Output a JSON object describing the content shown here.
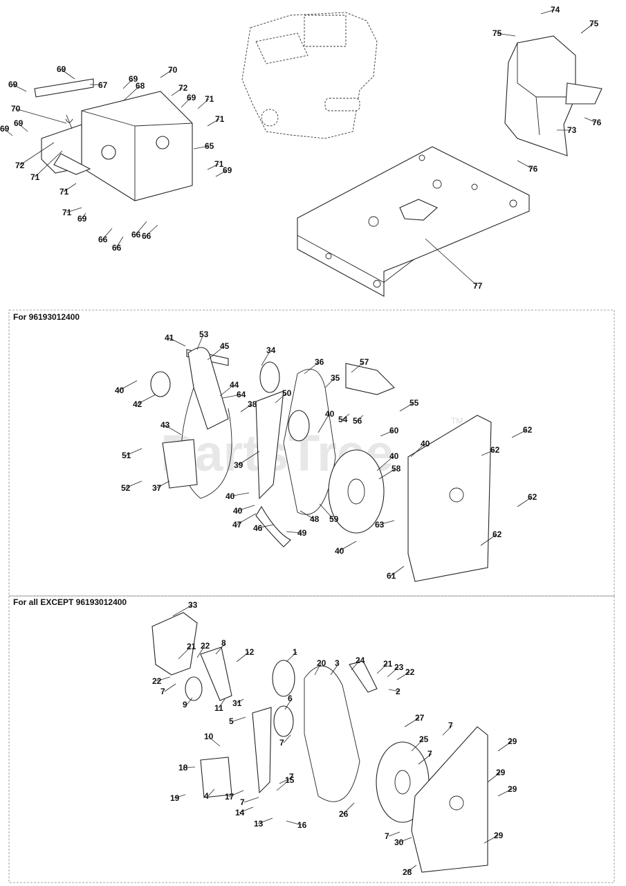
{
  "sections": [
    {
      "label": "For 96193012400"
    },
    {
      "label": "For all EXCEPT 96193012400"
    }
  ],
  "watermark": {
    "text": "PartsTree",
    "tm": "TM"
  },
  "callouts": [
    {
      "id": "c74",
      "label": "74"
    },
    {
      "id": "c75a",
      "label": "75"
    },
    {
      "id": "c75b",
      "label": "75"
    },
    {
      "id": "c69a",
      "label": "69"
    },
    {
      "id": "c69b",
      "label": "69"
    },
    {
      "id": "c69c",
      "label": "69"
    },
    {
      "id": "c69d",
      "label": "69"
    },
    {
      "id": "c69e",
      "label": "69"
    },
    {
      "id": "c69f",
      "label": "69"
    },
    {
      "id": "c69g",
      "label": "69"
    },
    {
      "id": "c69h",
      "label": "69"
    },
    {
      "id": "c67",
      "label": "67"
    },
    {
      "id": "c68",
      "label": "68"
    },
    {
      "id": "c70a",
      "label": "70"
    },
    {
      "id": "c70b",
      "label": "70"
    },
    {
      "id": "c72a",
      "label": "72"
    },
    {
      "id": "c72b",
      "label": "72"
    },
    {
      "id": "c71a",
      "label": "71"
    },
    {
      "id": "c71b",
      "label": "71"
    },
    {
      "id": "c71c",
      "label": "71"
    },
    {
      "id": "c71d",
      "label": "71"
    },
    {
      "id": "c71e",
      "label": "71"
    },
    {
      "id": "c71f",
      "label": "71"
    },
    {
      "id": "c65",
      "label": "65"
    },
    {
      "id": "c66a",
      "label": "66"
    },
    {
      "id": "c66b",
      "label": "66"
    },
    {
      "id": "c66c",
      "label": "66"
    },
    {
      "id": "c66d",
      "label": "66"
    },
    {
      "id": "c73",
      "label": "73"
    },
    {
      "id": "c76a",
      "label": "76"
    },
    {
      "id": "c76b",
      "label": "76"
    },
    {
      "id": "c77",
      "label": "77"
    },
    {
      "id": "c41",
      "label": "41"
    },
    {
      "id": "c53",
      "label": "53"
    },
    {
      "id": "c45",
      "label": "45"
    },
    {
      "id": "c34",
      "label": "34"
    },
    {
      "id": "c36",
      "label": "36"
    },
    {
      "id": "c57",
      "label": "57"
    },
    {
      "id": "c35",
      "label": "35"
    },
    {
      "id": "c40a",
      "label": "40"
    },
    {
      "id": "c42",
      "label": "42"
    },
    {
      "id": "c44",
      "label": "44"
    },
    {
      "id": "c64",
      "label": "64"
    },
    {
      "id": "c38",
      "label": "38"
    },
    {
      "id": "c50",
      "label": "50"
    },
    {
      "id": "c55",
      "label": "55"
    },
    {
      "id": "c54",
      "label": "54"
    },
    {
      "id": "c56",
      "label": "56"
    },
    {
      "id": "c40b",
      "label": "40"
    },
    {
      "id": "c43",
      "label": "43"
    },
    {
      "id": "c60",
      "label": "60"
    },
    {
      "id": "c40c",
      "label": "40"
    },
    {
      "id": "c62a",
      "label": "62"
    },
    {
      "id": "c62b",
      "label": "62"
    },
    {
      "id": "c51",
      "label": "51"
    },
    {
      "id": "c39",
      "label": "39"
    },
    {
      "id": "c40d",
      "label": "40"
    },
    {
      "id": "c58",
      "label": "58"
    },
    {
      "id": "c52",
      "label": "52"
    },
    {
      "id": "c37",
      "label": "37"
    },
    {
      "id": "c40e",
      "label": "40"
    },
    {
      "id": "c62c",
      "label": "62"
    },
    {
      "id": "c40f",
      "label": "40"
    },
    {
      "id": "c47",
      "label": "47"
    },
    {
      "id": "c48",
      "label": "48"
    },
    {
      "id": "c59",
      "label": "59"
    },
    {
      "id": "c63",
      "label": "63"
    },
    {
      "id": "c62d",
      "label": "62"
    },
    {
      "id": "c46",
      "label": "46"
    },
    {
      "id": "c49",
      "label": "49"
    },
    {
      "id": "c40g",
      "label": "40"
    },
    {
      "id": "c61",
      "label": "61"
    },
    {
      "id": "c33",
      "label": "33"
    },
    {
      "id": "c21a",
      "label": "21"
    },
    {
      "id": "c22a",
      "label": "22"
    },
    {
      "id": "c8",
      "label": "8"
    },
    {
      "id": "c12",
      "label": "12"
    },
    {
      "id": "c1",
      "label": "1"
    },
    {
      "id": "c20",
      "label": "20"
    },
    {
      "id": "c3",
      "label": "3"
    },
    {
      "id": "c24",
      "label": "24"
    },
    {
      "id": "c21b",
      "label": "21"
    },
    {
      "id": "c23",
      "label": "23"
    },
    {
      "id": "c22b",
      "label": "22"
    },
    {
      "id": "c22c",
      "label": "22"
    },
    {
      "id": "c7a",
      "label": "7"
    },
    {
      "id": "c2",
      "label": "2"
    },
    {
      "id": "c9",
      "label": "9"
    },
    {
      "id": "c11",
      "label": "11"
    },
    {
      "id": "c31",
      "label": "31"
    },
    {
      "id": "c6",
      "label": "6"
    },
    {
      "id": "c5",
      "label": "5"
    },
    {
      "id": "c27",
      "label": "27"
    },
    {
      "id": "c7b",
      "label": "7"
    },
    {
      "id": "c7c",
      "label": "7"
    },
    {
      "id": "c10",
      "label": "10"
    },
    {
      "id": "c25",
      "label": "25"
    },
    {
      "id": "c7d",
      "label": "7"
    },
    {
      "id": "c29a",
      "label": "29"
    },
    {
      "id": "c18",
      "label": "18"
    },
    {
      "id": "c7e",
      "label": "7"
    },
    {
      "id": "c29b",
      "label": "29"
    },
    {
      "id": "c15",
      "label": "15"
    },
    {
      "id": "c17",
      "label": "17"
    },
    {
      "id": "c4",
      "label": "4"
    },
    {
      "id": "c19",
      "label": "19"
    },
    {
      "id": "c7f",
      "label": "7"
    },
    {
      "id": "c14",
      "label": "14"
    },
    {
      "id": "c29c",
      "label": "29"
    },
    {
      "id": "c26",
      "label": "26"
    },
    {
      "id": "c13",
      "label": "13"
    },
    {
      "id": "c16",
      "label": "16"
    },
    {
      "id": "c7g",
      "label": "7"
    },
    {
      "id": "c30",
      "label": "30"
    },
    {
      "id": "c29d",
      "label": "29"
    },
    {
      "id": "c28",
      "label": "28"
    }
  ]
}
